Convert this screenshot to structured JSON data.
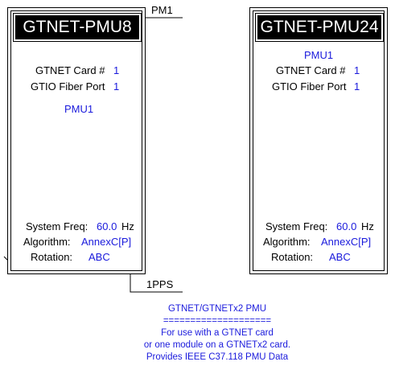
{
  "pmu8": {
    "title": "GTNET-PMU8",
    "card_label": "GTNET Card #",
    "card_value": "1",
    "fiber_label": "GTIO Fiber Port",
    "fiber_value": "1",
    "pmu_name": "PMU1",
    "freq_label": "System Freq:",
    "freq_value": "60.0",
    "freq_unit": "Hz",
    "algo_label": "Algorithm:",
    "algo_value": "AnnexC[P]",
    "rot_label": "Rotation:",
    "rot_value": "ABC"
  },
  "pmu24": {
    "title": "GTNET-PMU24",
    "pmu_name": "PMU1",
    "card_label": "GTNET Card #",
    "card_value": "1",
    "fiber_label": "GTIO Fiber Port",
    "fiber_value": "1",
    "freq_label": "System Freq:",
    "freq_value": "60.0",
    "freq_unit": "Hz",
    "algo_label": "Algorithm:",
    "algo_value": "AnnexC[P]",
    "rot_label": "Rotation:",
    "rot_value": "ABC"
  },
  "wires": {
    "pm1_label": "PM1",
    "pps_label": "1PPS"
  },
  "note": {
    "line1": "GTNET/GTNETx2 PMU",
    "line2": "====================",
    "line3": "For use with a GTNET card",
    "line4": "or one module on a GTNETx2 card.",
    "line5": "Provides IEEE C37.118 PMU Data"
  },
  "colors": {
    "value_blue": "#1a1adc",
    "marker_red": "#e00000"
  }
}
